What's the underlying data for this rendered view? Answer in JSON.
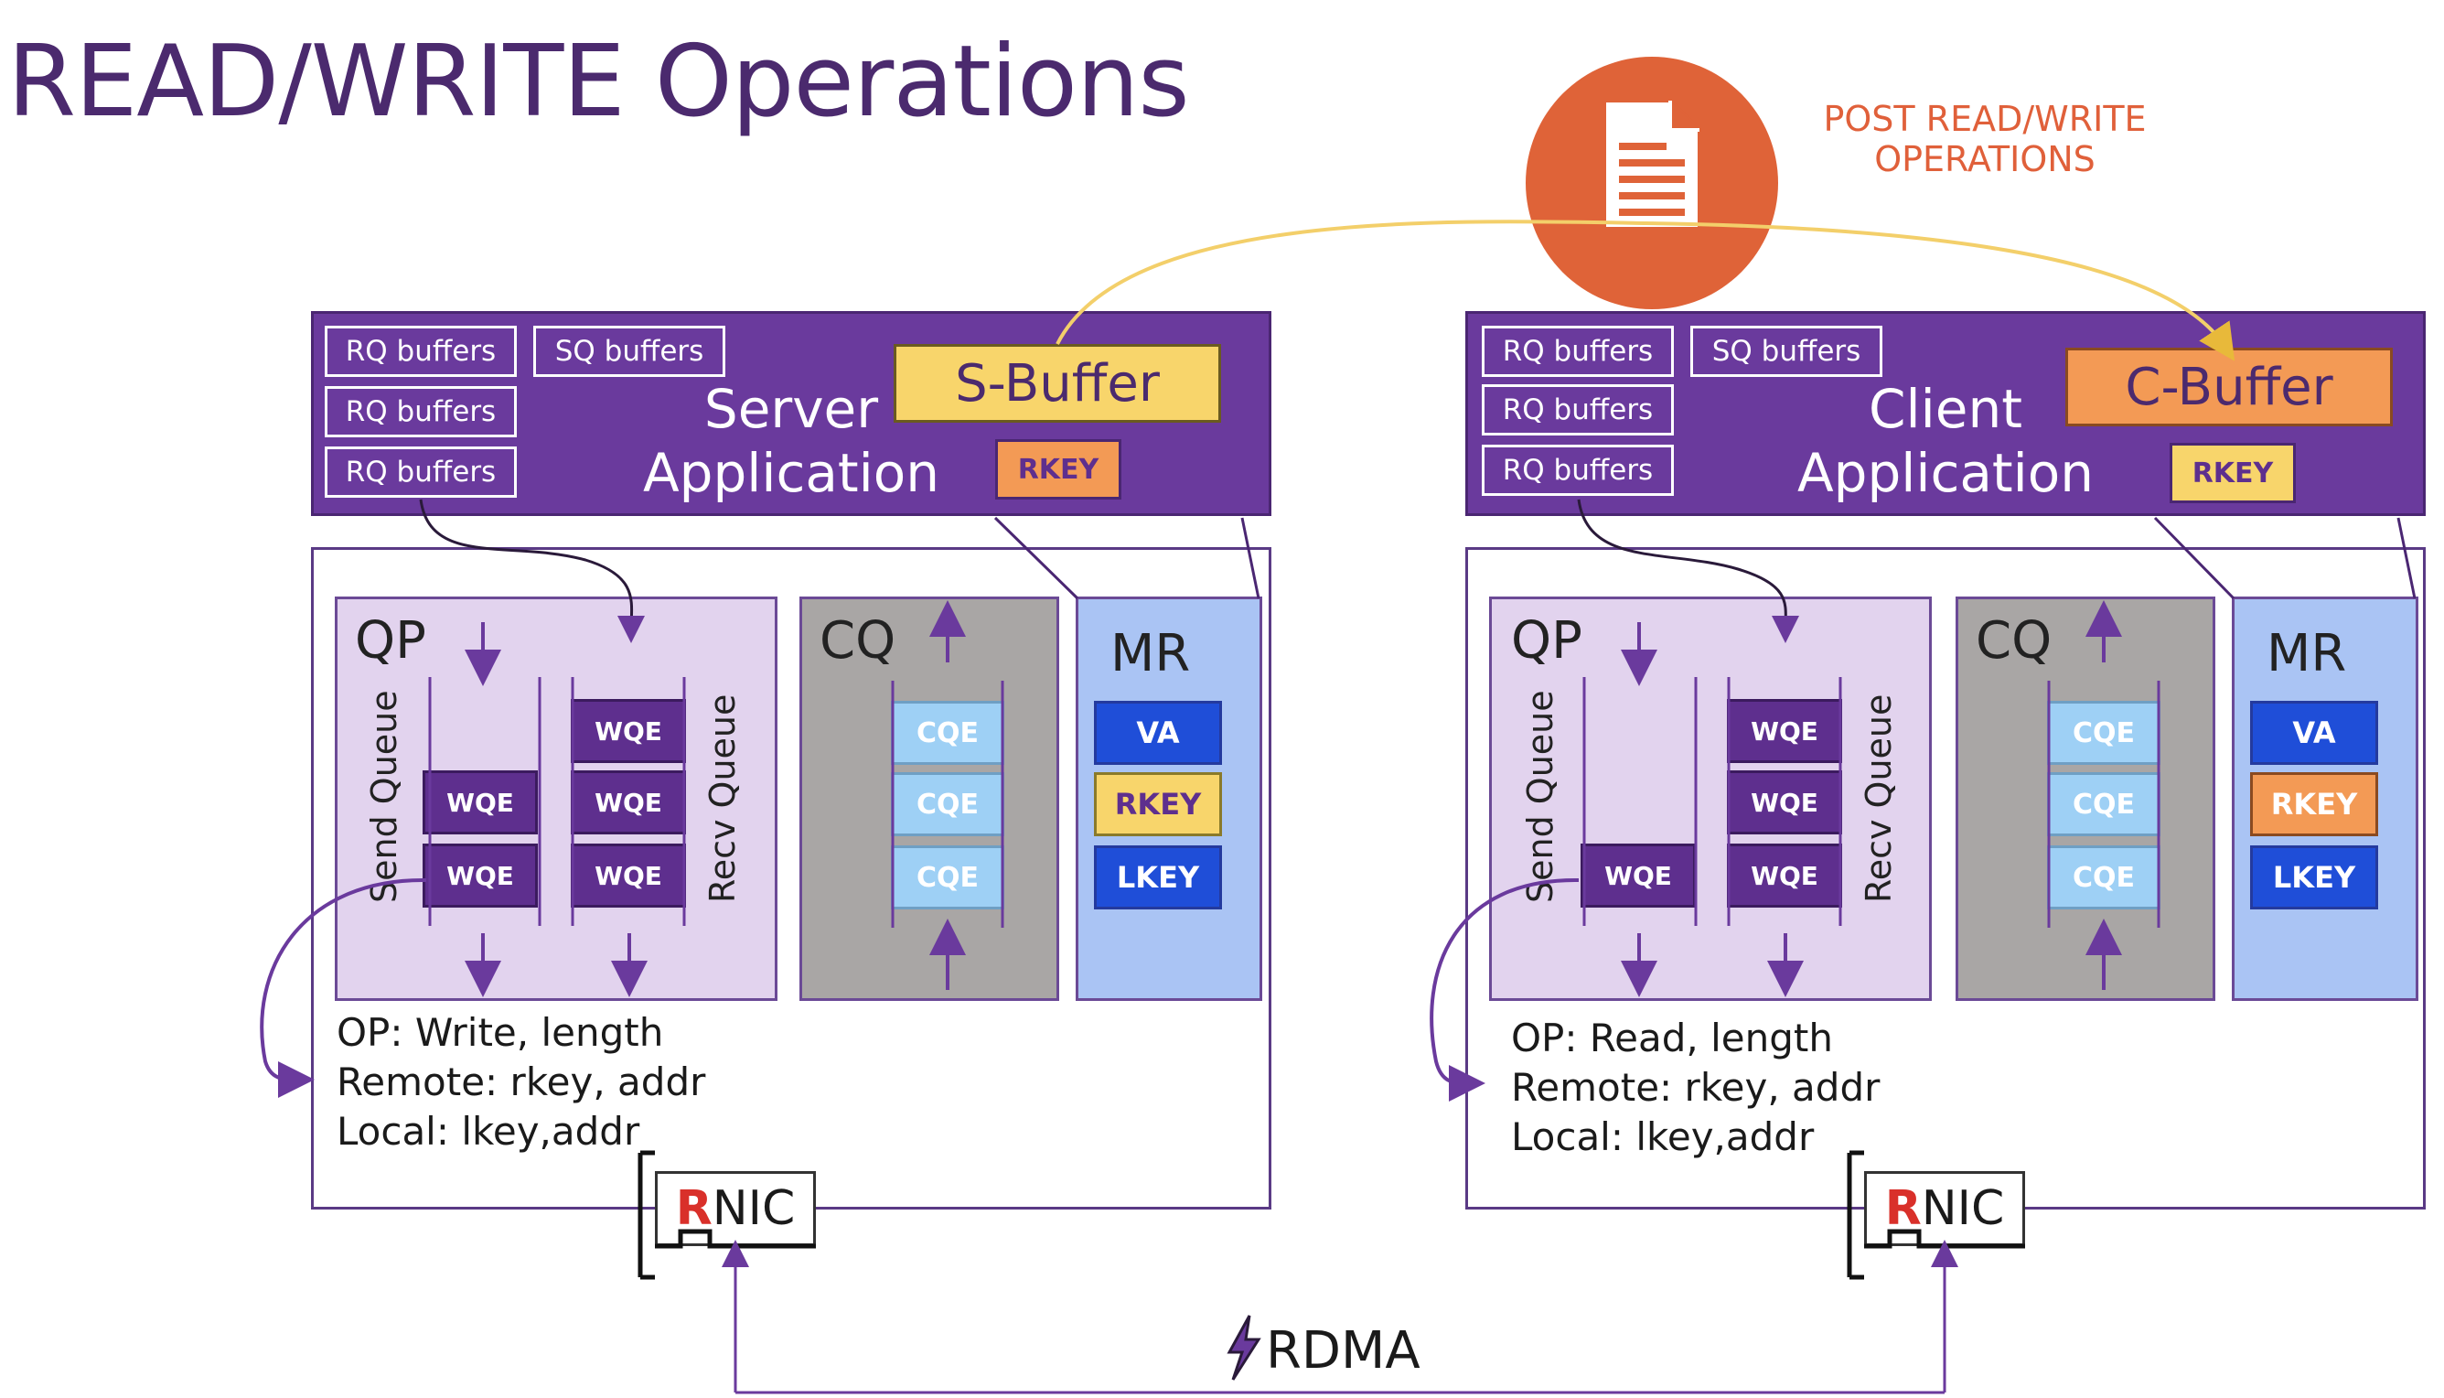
{
  "title": "READ/WRITE Operations",
  "note": {
    "line1": "POST READ/WRITE",
    "line2": "OPERATIONS"
  },
  "icons": {
    "document": "document-icon",
    "rdma": "lightning-icon"
  },
  "colors": {
    "purple": "#6a3a9d",
    "orange": "#df6338",
    "yellow": "#f8d56b",
    "blue": "#1f4ed8",
    "lightblue": "#9ed0f5"
  },
  "server": {
    "rq_buffers": [
      "RQ buffers",
      "RQ buffers",
      "RQ buffers"
    ],
    "sq_buffers": "SQ buffers",
    "app_line1": "Server",
    "app_line2": "Application",
    "buffer": "S-Buffer",
    "rkey": "RKEY",
    "qp": "QP",
    "send_queue": "Send Queue",
    "recv_queue": "Recv Queue",
    "send_wqes": [
      "WQE",
      "WQE"
    ],
    "recv_wqes": [
      "WQE",
      "WQE",
      "WQE"
    ],
    "cq": "CQ",
    "cqes": [
      "CQE",
      "CQE",
      "CQE"
    ],
    "mr": "MR",
    "mr_items": [
      "VA",
      "RKEY",
      "LKEY"
    ],
    "op_lines": [
      "OP: Write, length",
      "Remote: rkey, addr",
      "Local: lkey,addr"
    ],
    "rnic_r": "R",
    "rnic_rest": "NIC"
  },
  "client": {
    "rq_buffers": [
      "RQ buffers",
      "RQ buffers",
      "RQ buffers"
    ],
    "sq_buffers": "SQ buffers",
    "app_line1": "Client",
    "app_line2": "Application",
    "buffer": "C-Buffer",
    "rkey": "RKEY",
    "qp": "QP",
    "send_queue": "Send Queue",
    "recv_queue": "Recv Queue",
    "send_wqes": [
      "WQE"
    ],
    "recv_wqes": [
      "WQE",
      "WQE",
      "WQE"
    ],
    "cq": "CQ",
    "cqes": [
      "CQE",
      "CQE",
      "CQE"
    ],
    "mr": "MR",
    "mr_items": [
      "VA",
      "RKEY",
      "LKEY"
    ],
    "op_lines": [
      "OP: Read, length",
      "Remote: rkey, addr",
      "Local: lkey,addr"
    ],
    "rnic_r": "R",
    "rnic_rest": "NIC"
  },
  "rdma": "RDMA"
}
